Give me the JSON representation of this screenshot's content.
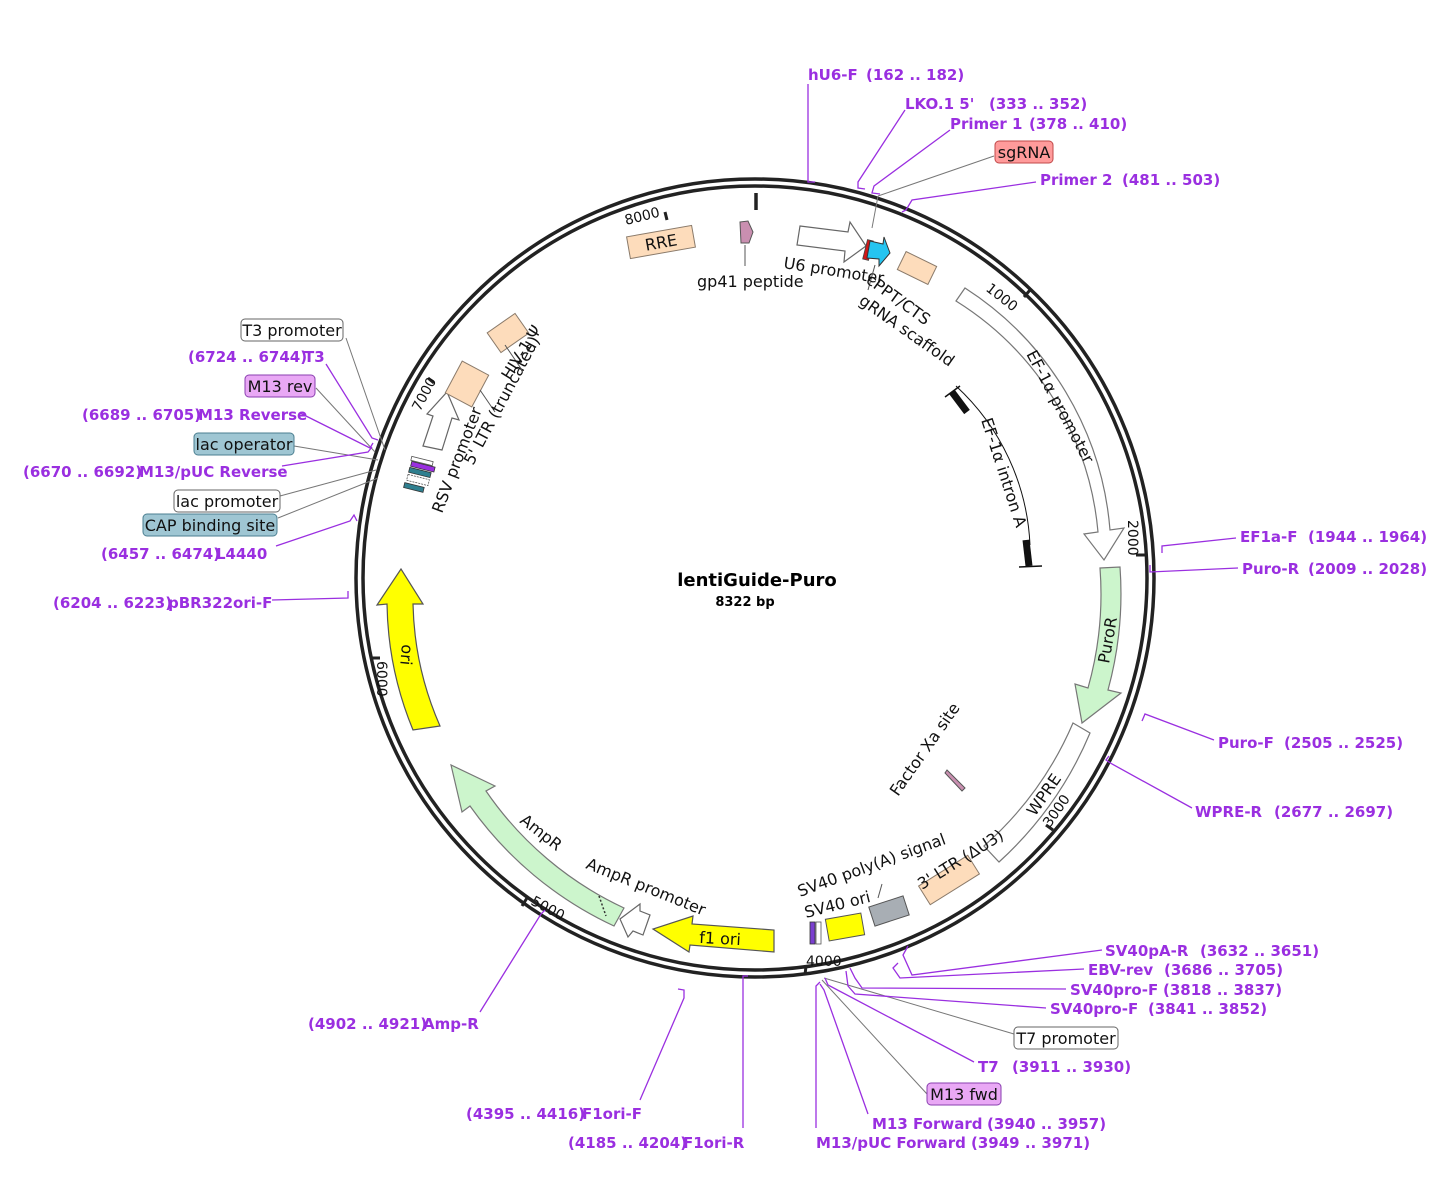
{
  "plasmid": {
    "name": "lentiGuide-Puro",
    "length": 8322,
    "length_label": "8322 bp"
  },
  "ticks": [
    "1000",
    "2000",
    "3000",
    "4000",
    "5000",
    "6000",
    "7000",
    "8000"
  ],
  "features": [
    {
      "label": "RRE"
    },
    {
      "label": "gp41 peptide"
    },
    {
      "label": "U6 promoter"
    },
    {
      "label": "sgRNA"
    },
    {
      "label": "gRNA scaffold"
    },
    {
      "label": "cPPT/CTS"
    },
    {
      "label": "EF-1α promoter"
    },
    {
      "label": "EF-1α intron A"
    },
    {
      "label": "PuroR"
    },
    {
      "label": "WPRE"
    },
    {
      "label": "Factor Xa site"
    },
    {
      "label": "3' LTR (ΔU3)"
    },
    {
      "label": "SV40 poly(A) signal"
    },
    {
      "label": "SV40 ori"
    },
    {
      "label": "f1 ori"
    },
    {
      "label": "AmpR promoter"
    },
    {
      "label": "AmpR"
    },
    {
      "label": "ori"
    },
    {
      "label": "RSV promoter"
    },
    {
      "label": "5' LTR (truncated)"
    },
    {
      "label": "HIV-1 Ψ"
    }
  ],
  "boxes": [
    {
      "label": "sgRNA",
      "color": "#ff9b9b"
    },
    {
      "label": "T3 promoter",
      "color": "#ffffff"
    },
    {
      "label": "M13 rev",
      "color": "#e9a8f5"
    },
    {
      "label": "lac operator",
      "color": "#9fc6d3"
    },
    {
      "label": "lac promoter",
      "color": "#ffffff"
    },
    {
      "label": "CAP binding site",
      "color": "#9fc6d3"
    },
    {
      "label": "T7 promoter",
      "color": "#ffffff"
    },
    {
      "label": "M13 fwd",
      "color": "#e9a8f5"
    }
  ],
  "primers": [
    {
      "name": "hU6-F",
      "range": "(162 .. 182)"
    },
    {
      "name": "LKO.1 5'",
      "range": "(333 .. 352)"
    },
    {
      "name": "Primer 1",
      "range": "(378 .. 410)"
    },
    {
      "name": "Primer 2",
      "range": "(481 .. 503)"
    },
    {
      "name": "EF1a-F",
      "range": "(1944 .. 1964)"
    },
    {
      "name": "Puro-R",
      "range": "(2009 .. 2028)"
    },
    {
      "name": "Puro-F",
      "range": "(2505 .. 2525)"
    },
    {
      "name": "WPRE-R",
      "range": "(2677 .. 2697)"
    },
    {
      "name": "SV40pA-R",
      "range": "(3632 .. 3651)"
    },
    {
      "name": "EBV-rev",
      "range": "(3686 .. 3705)"
    },
    {
      "name": "SV40pro-F",
      "range": "(3818 .. 3837)"
    },
    {
      "name": "SV40pro-F",
      "range": "(3841 .. 3852)"
    },
    {
      "name": "T7",
      "range": "(3911 .. 3930)"
    },
    {
      "name": "M13 Forward",
      "range": "(3940 .. 3957)"
    },
    {
      "name": "M13/pUC Forward",
      "range": "(3949 .. 3971)"
    },
    {
      "name": "F1ori-R",
      "range": "(4185 .. 4204)"
    },
    {
      "name": "F1ori-F",
      "range": "(4395 .. 4416)"
    },
    {
      "name": "Amp-R",
      "range": "(4902 .. 4921)"
    },
    {
      "name": "pBR322ori-F",
      "range": "(6204 .. 6223)"
    },
    {
      "name": "L4440",
      "range": "(6457 .. 6474)"
    },
    {
      "name": "M13/pUC Reverse",
      "range": "(6670 .. 6692)"
    },
    {
      "name": "M13 Reverse",
      "range": "(6689 .. 6705)"
    },
    {
      "name": "T3",
      "range": "(6724 .. 6744)"
    }
  ],
  "colors": {
    "primer": "#9a2fe0",
    "peach": "#fddcbb",
    "green": "#ccf5cc",
    "yellow": "#ffff00",
    "gray": "#a8aeb4",
    "cyan": "#25c4f0",
    "mauve": "#c98fb0",
    "teal": "#2f7f8f"
  }
}
